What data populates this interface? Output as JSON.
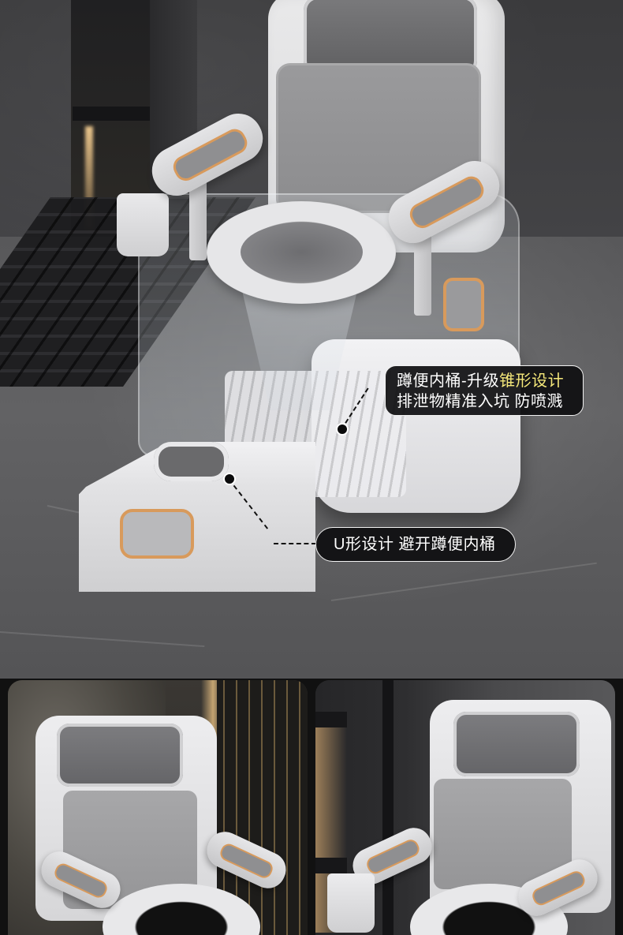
{
  "callouts": {
    "funnel": {
      "line1_prefix": "蹲便内桶-升级",
      "line1_highlight": "锥形设计",
      "line2": "排泄物精准入坑 防喷溅"
    },
    "u_shape": {
      "text": "U形设计 避开蹲便内桶"
    }
  },
  "colors": {
    "accent_orange": "#d89a5c",
    "highlight_yellow": "#f5e87a",
    "callout_bg": "#0e0e10",
    "callout_text": "#ffffff"
  },
  "icons": {
    "callout_marker": "dot-marker-icon"
  }
}
